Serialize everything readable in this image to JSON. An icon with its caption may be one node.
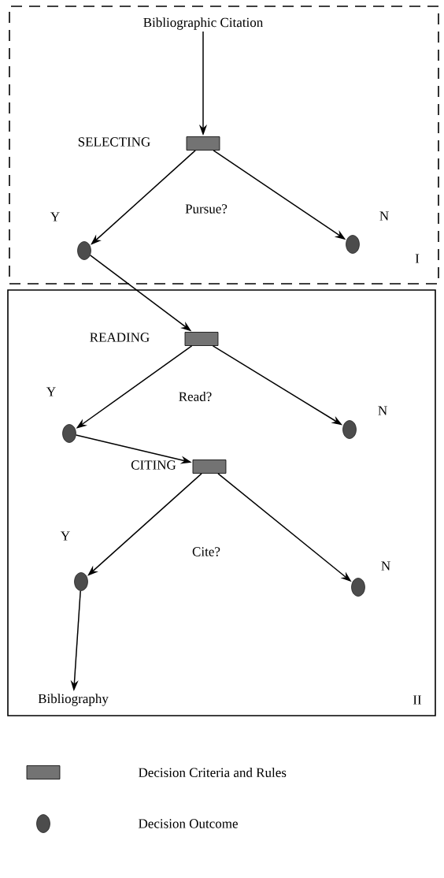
{
  "diagram": {
    "nodes": [
      {
        "text": [
          "I"
        ]
      },
      {
        "text": [
          "Bibliographic Citation"
        ],
        "in": 0
      },
      {
        "text": [],
        "shape": "box",
        "beside": [
          "SELECTING"
        ],
        "in": 0
      },
      {
        "text": [],
        "shape": "circle",
        "beside": [
          "Y"
        ],
        "in": 0
      },
      {
        "text": [],
        "shape": "circle",
        "beside": [
          "N"
        ],
        "in": 0
      },
      {
        "text": [
          "II"
        ]
      },
      {
        "text": [],
        "shape": "box",
        "beside": [
          "READING"
        ],
        "in": 5
      },
      {
        "text": [],
        "shape": "circle",
        "beside": [
          "Y"
        ],
        "in": 5
      },
      {
        "text": [],
        "shape": "circle",
        "beside": [
          "N"
        ],
        "in": 5
      },
      {
        "text": [],
        "shape": "box",
        "beside": [
          "CITING"
        ],
        "in": 5
      },
      {
        "text": [],
        "shape": "circle",
        "beside": [
          "Y"
        ],
        "in": 5
      },
      {
        "text": [],
        "shape": "circle",
        "beside": [
          "N"
        ],
        "in": 5
      },
      {
        "text": [
          "Bibliography"
        ],
        "in": 5
      }
    ],
    "edges": [
      {
        "from": 1,
        "to": 2,
        "arrow": "to"
      },
      {
        "from": 2,
        "to": 3,
        "arrow": "to"
      },
      {
        "from": 2,
        "to": 4,
        "arrow": "to"
      },
      {
        "from": 3,
        "to": 6,
        "arrow": "to"
      },
      {
        "from": 6,
        "to": 7,
        "arrow": "to"
      },
      {
        "from": 6,
        "to": 8,
        "arrow": "to"
      },
      {
        "from": 7,
        "to": 9,
        "arrow": "to"
      },
      {
        "from": 9,
        "to": 10,
        "arrow": "to"
      },
      {
        "from": 9,
        "to": 11,
        "arrow": "to"
      },
      {
        "from": 10,
        "to": 12,
        "arrow": "to"
      }
    ],
    "labels": [
      "Pursue?",
      "Read?",
      "Cite?"
    ],
    "legend": [
      {
        "text": "Decision Criteria and Rules"
      },
      {
        "text": "Decision Outcome"
      }
    ]
  }
}
